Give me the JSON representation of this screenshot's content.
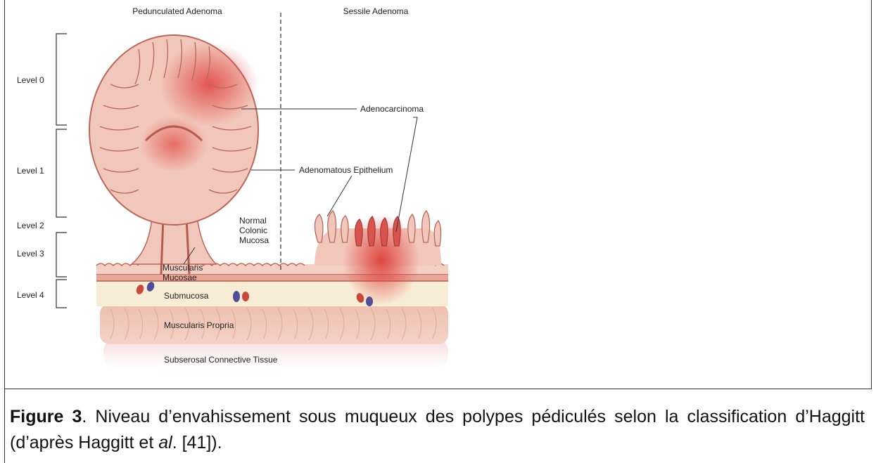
{
  "headers": {
    "pedunculated": "Pedunculated Adenoma",
    "sessile": "Sessile Adenoma"
  },
  "levels": [
    "Level 0",
    "Level 1",
    "Level 2",
    "Level 3",
    "Level 4"
  ],
  "labels": {
    "adenocarcinoma": "Adenocarcinoma",
    "adenomatous_epithelium": "Adenomatous Epithelium",
    "normal_mucosa": [
      "Normal",
      "Colonic",
      "Mucosa"
    ],
    "muscularis_mucosae": [
      "Muscularis",
      "Mucosae"
    ],
    "submucosa": "Submucosa",
    "muscularis_propria": "Muscularis Propria",
    "subserosal": "Subserosal Connective Tissue"
  },
  "caption": {
    "figure_label": "Figure 3",
    "text_1": ". Niveau d’envahissement sous muqueux des polypes pédiculés selon la classification d’Haggitt (d’après Haggitt et ",
    "italic": "al",
    "text_2": ". [41])."
  },
  "colors": {
    "tissue_pink": "#f2c7bb",
    "tumor_red": "#d9534f",
    "submucosa": "#f7edd6",
    "muscularis": "#e8b4a4"
  }
}
